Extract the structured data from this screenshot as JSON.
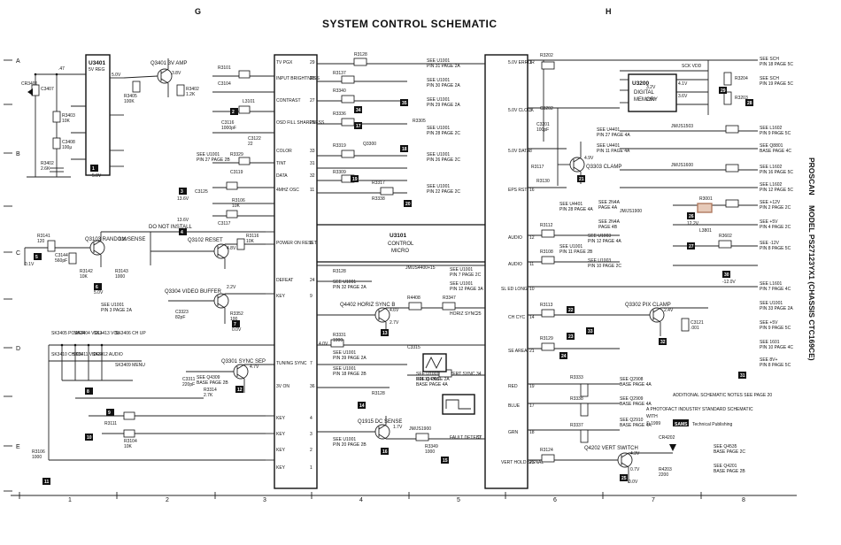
{
  "title": "SYSTEM CONTROL SCHEMATIC",
  "columns": [
    "G",
    "H"
  ],
  "rows": [
    "A",
    "B",
    "C",
    "D",
    "E"
  ],
  "grid_numbers": [
    "1",
    "2",
    "3",
    "4",
    "5",
    "6",
    "7",
    "8"
  ],
  "side_brand": "PROSCAN",
  "side_model": "MODEL PS27123YX1 (CHASSIS CTC169CE)",
  "ics": {
    "u3401": {
      "ref": "U3401",
      "sub": "5V REG"
    },
    "u3101": {
      "ref": "U3101",
      "sub1": "CONTROL",
      "sub2": "MICRO"
    },
    "u3200": {
      "ref": "U3200",
      "sub1": "DIGITAL",
      "sub2": "MEMORY"
    }
  },
  "transistors": {
    "q3401": "Q3401 3V AMP",
    "q3103": "Q3103 RANDOM SENSE",
    "q3102": "Q3102 RESET",
    "q3304": "Q3304 VIDEO BUFFER",
    "q4402": "Q4402 HORIZ SYNC B",
    "q3301": "Q3301 SYNC SEP",
    "q1915": "Q1915 DC SENSE",
    "q3303": "Q3303 CLAMP",
    "q3302": "Q3302 PIX CLAMP",
    "q4202": "Q4202 VERT SWITCH"
  },
  "left_pins": [
    {
      "name": "TV PGX",
      "num": "29"
    },
    {
      "name": "INPUT BRIGHTNESS",
      "num": "28"
    },
    {
      "name": "CONTRAST",
      "num": "27"
    },
    {
      "name": "OSD FILL SHARPNESS",
      "num": "26"
    },
    {
      "name": "COLOR",
      "num": "33"
    },
    {
      "name": "TINT",
      "num": "31"
    },
    {
      "name": "DATA",
      "num": "32"
    },
    {
      "name": "4MHZ OSC",
      "num": "11"
    },
    {
      "name": "POWER ON RESET",
      "num": "8"
    },
    {
      "name": "KEY",
      "num": "9"
    },
    {
      "name": "TUNING SYNC",
      "num": "7"
    },
    {
      "name": "3V ON",
      "num": "36"
    },
    {
      "name": "KEY",
      "num": "4"
    },
    {
      "name": "KEY",
      "num": "3"
    },
    {
      "name": "KEY",
      "num": "2"
    },
    {
      "name": "KEY",
      "num": "1"
    }
  ],
  "right_pins": [
    {
      "name": "5.0V ERROR",
      "num": "1"
    },
    {
      "name": "5.0V CLOCK",
      "num": "5"
    },
    {
      "name": "5.0V DATA",
      "num": "8"
    },
    {
      "name": "EPS RST",
      "num": "16"
    },
    {
      "name": "AUDIO",
      "num": "12"
    },
    {
      "name": "AUDIO",
      "num": "11"
    },
    {
      "name": "SL ED LONG",
      "num": "10"
    },
    {
      "name": "CH CYC",
      "num": "14"
    },
    {
      "name": "SE AREA",
      "num": "21"
    },
    {
      "name": "RED",
      "num": "19"
    },
    {
      "name": "BLUE",
      "num": "17"
    },
    {
      "name": "GRN",
      "num": "18"
    },
    {
      "name": "VERT HOLD SIGNAL",
      "num": "23"
    }
  ],
  "mid_pins": [
    {
      "name": "DEFEAT",
      "num": "24"
    },
    {
      "name": "HORIZ SYNC",
      "num": "25"
    },
    {
      "name": "VERT SYNC",
      "num": "34"
    },
    {
      "name": "FAULT DETECT",
      "num": "37"
    }
  ],
  "see_refs": [
    {
      "text": "SEE U1001",
      "sub": "PIN 31 PAGE 2A"
    },
    {
      "text": "SEE U1001",
      "sub": "PIN 30 PAGE 2A"
    },
    {
      "text": "SEE U1001",
      "sub": "PIN 29 PAGE 2A"
    },
    {
      "text": "SEE U1001",
      "sub": "PIN 28 PAGE 2C"
    },
    {
      "text": "SEE U1001",
      "sub": "PIN 26 PAGE 2C"
    },
    {
      "text": "SEE U1001",
      "sub": "PIN 22 PAGE 2C"
    },
    {
      "text": "SEE U1001",
      "sub": "PIN 27 PAGE 2B"
    },
    {
      "text": "SEE U1001",
      "sub": "PIN 32 PAGE 2A"
    },
    {
      "text": "SEE U1001",
      "sub": "PIN 39 PAGE 2A"
    },
    {
      "text": "SEE U1001",
      "sub": "PIN 18 PAGE 2B"
    },
    {
      "text": "SEE U1001",
      "sub": "PIN 19 PAGE 2A"
    },
    {
      "text": "SEE U1001",
      "sub": "PIN 20 PAGE 2B"
    },
    {
      "text": "SEE U4401",
      "sub": "PIN 27 PAGE 4A"
    },
    {
      "text": "SEE U4401",
      "sub": "PIN 11 PAGE 4A"
    },
    {
      "text": "SEE U1001",
      "sub": "PIN 11 PAGE 2B"
    },
    {
      "text": "SEE U4401",
      "sub": "PIN 28 PAGE 4A"
    },
    {
      "text": "SEE U1001",
      "sub": "PIN 3 PAGE 2A"
    },
    {
      "text": "SEE Q4309",
      "sub": "BASE PAGE 2B"
    },
    {
      "text": "SEE U1001",
      "sub": "PIN 7 PAGE 2C"
    },
    {
      "text": "SEE U1001",
      "sub": "PIN 12 PAGE 3A"
    },
    {
      "text": "SEE Q4309",
      "sub": "BASE PAGE 4A"
    },
    {
      "text": "SEE 2N4A",
      "sub": "PAGE 4B"
    },
    {
      "text": "SEE 2N4A",
      "sub": "PAGE 4A"
    },
    {
      "text": "SEE U1003",
      "sub": "PIN 10 PAGE 2C"
    },
    {
      "text": "SEE U1003",
      "sub": "PIN 12 PAGE 4A"
    },
    {
      "text": "SEE Q2908",
      "sub": "BASE PAGE 4A"
    },
    {
      "text": "SEE Q2909",
      "sub": "BASE PAGE 4A"
    },
    {
      "text": "SEE Q2910",
      "sub": "BASE PAGE 4A"
    },
    {
      "text": "SEE Q4535",
      "sub": "BASE PAGE 2C"
    },
    {
      "text": "SEE Q4201",
      "sub": "BASE PAGE 2B"
    }
  ],
  "right_edge_refs": [
    {
      "text": "SEE SCH",
      "sub": "PIN 18 PAGE 5C"
    },
    {
      "text": "SEE SCH",
      "sub": "PIN 19 PAGE 5C"
    },
    {
      "text": "SEE L1602",
      "sub": "PIN 9 PAGE 5C"
    },
    {
      "text": "SEE Q8801",
      "sub": "BASE PAGE 4C"
    },
    {
      "text": "SEE L1602",
      "sub": "PIN 16 PAGE 5C"
    },
    {
      "text": "SEE L1602",
      "sub": "PIN 12 PAGE 5C"
    },
    {
      "text": "SEE +12V",
      "sub": "PIN 2 PAGE 2C"
    },
    {
      "text": "SEE +5V",
      "sub": "PIN 4 PAGE 2C"
    },
    {
      "text": "SEE -12V",
      "sub": "PIN 8 PAGE 5C"
    },
    {
      "text": "SEE L1601",
      "sub": "PIN 7 PAGE 4C"
    },
    {
      "text": "SEE U1001",
      "sub": "PIN 33 PAGE 2A"
    },
    {
      "text": "SEE +5V",
      "sub": "PIN 9 PAGE 5C"
    },
    {
      "text": "SEE 1601",
      "sub": "PIN 10 PAGE 4C"
    },
    {
      "text": "SEE 8V+",
      "sub": "PIN 8 PAGE 5C"
    }
  ],
  "buttons": [
    "SK3405 POWER",
    "SK3404 VOL+",
    "SK3413 VOL-",
    "SK3406 CH UP",
    "SK3410 CH DN",
    "SK3411 VIDEO",
    "SK3412 AUDIO",
    "SK3409 MENU"
  ],
  "test_points": [
    "1",
    "2",
    "3",
    "4",
    "5",
    "6",
    "7",
    "8",
    "9",
    "10",
    "11",
    "12",
    "13",
    "14",
    "15",
    "16",
    "17",
    "18",
    "19",
    "20",
    "21",
    "22",
    "23",
    "24",
    "25",
    "26",
    "27",
    "28",
    "29",
    "30",
    "31",
    "32",
    "33",
    "34",
    "35"
  ],
  "voltages": [
    "5.0V",
    "5.0V",
    "3.8V",
    "13.6V",
    "13.6V",
    "1.2V",
    "0.1V",
    "5.0V",
    "4.8V",
    "2.2V",
    "4.7V",
    "0.0V",
    "4.6V",
    "2.7V",
    "1.7V",
    "4.9V",
    "12.2V",
    "-12.0V",
    "2.4V",
    "4.3V",
    "0.7V",
    "4.0V",
    "3.2V",
    "2.5V",
    "4.1V",
    "3.6V",
    "0.0V"
  ],
  "notes": {
    "no_install": "DO NOT INSTALL",
    "additional": "ADDITIONAL SCHEMATIC NOTES SEE PAGE 20",
    "photofact": "A PHOTOFACT INDUSTRY STANDARD SCHEMATIC",
    "photofact_with": "WITH",
    "sams": "SAMS",
    "sams_sub": "Technical Publishing",
    "copyright": "© 1999"
  }
}
